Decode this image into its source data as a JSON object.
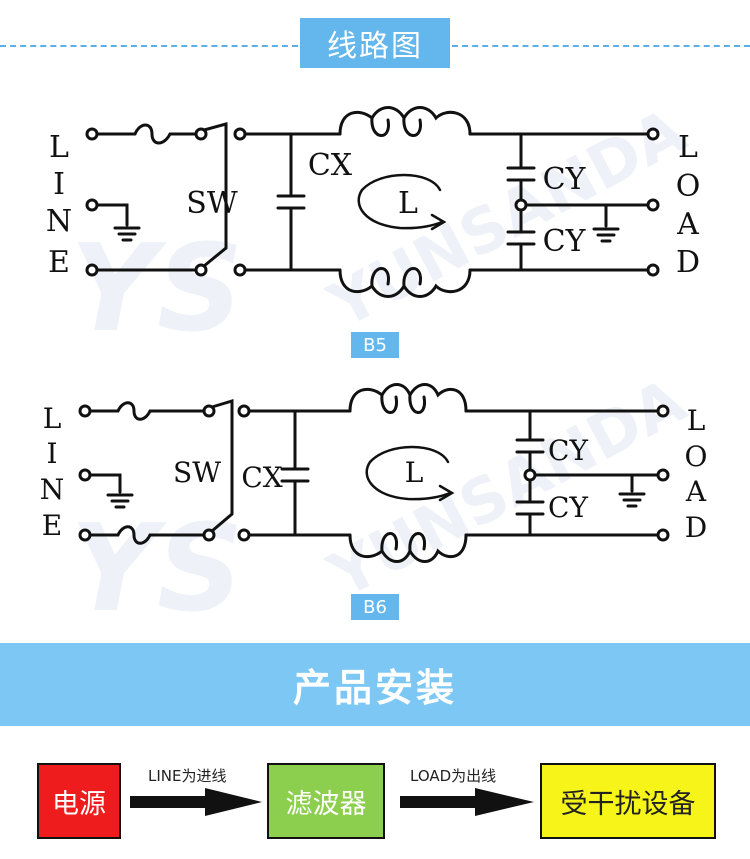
{
  "header": {
    "title": "线路图"
  },
  "diagram_b5": {
    "caption": "B5",
    "line_label": [
      "L",
      "I",
      "N",
      "E"
    ],
    "load_label": [
      "L",
      "O",
      "A",
      "D"
    ],
    "sw": "SW",
    "cx": "CX",
    "inductor": "L",
    "cy_top": "CY",
    "cy_bottom": "CY"
  },
  "diagram_b6": {
    "caption": "B6",
    "line_label": [
      "L",
      "I",
      "N",
      "E"
    ],
    "load_label": [
      "L",
      "O",
      "A",
      "D"
    ],
    "sw": "SW",
    "cx": "CX",
    "inductor": "L",
    "cy_top": "CY",
    "cy_bottom": "CY"
  },
  "watermark": {
    "text": "YUNSANDA",
    "logo": "YS"
  },
  "install": {
    "title": "产品安装",
    "source": "电源",
    "arrow1": "LINE为进线",
    "filter": "滤波器",
    "arrow2": "LOAD为出线",
    "device": "受干扰设备"
  },
  "colors": {
    "accent_blue": "#64b7ec",
    "band_blue": "#7cc7f3",
    "red": "#ee1c1c",
    "green": "#8ccf4e",
    "yellow": "#f6f418"
  }
}
